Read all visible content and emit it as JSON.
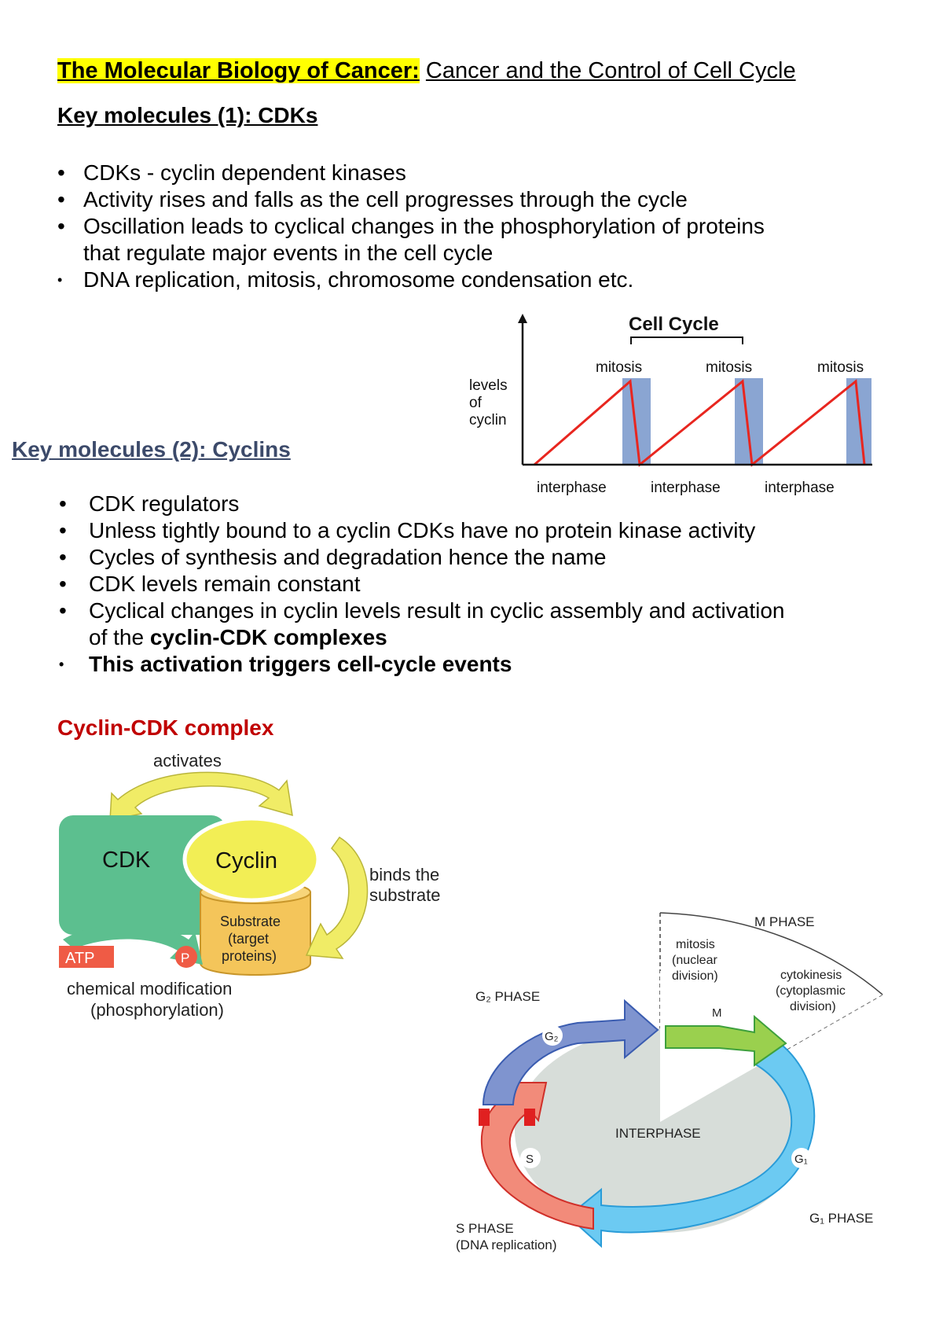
{
  "title": {
    "highlighted": "The Molecular Biology of Cancer:",
    "rest": "Cancer and the Control of Cell Cycle"
  },
  "section1": {
    "heading": "Key molecules (1): CDKs",
    "bullets": [
      "CDKs - cyclin dependent kinases",
      "Activity rises and falls as the cell progresses through the cycle",
      "Oscillation leads to cyclical changes in the phosphorylation of proteins",
      "that regulate major events in the cell cycle",
      "DNA replication, mitosis, chromosome condensation etc."
    ]
  },
  "cell_cycle_graph": {
    "title": "Cell Cycle",
    "ylabel_lines": [
      "levels",
      "of",
      "cyclin"
    ],
    "mitosis_label": "mitosis",
    "interphase_label": "interphase",
    "colors": {
      "line": "#e8261f",
      "band": "#8aa5d2",
      "axis": "#111111"
    }
  },
  "section2": {
    "heading": "Key molecules (2): Cyclins",
    "bullets": [
      "CDK regulators",
      "Unless tightly bound to a cyclin CDKs have no protein kinase activity",
      "Cycles of synthesis and degradation hence the name",
      "CDK levels remain constant",
      "Cyclical changes in cyclin levels result in cyclic assembly and activation",
      "of the",
      "cyclin-CDK complexes",
      "This activation triggers cell-cycle events"
    ]
  },
  "section3": {
    "heading": "Cyclin-CDK complex"
  },
  "complex_diagram": {
    "activates": "activates",
    "cdk": "CDK",
    "cyclin": "Cyclin",
    "binds_line1": "binds the",
    "binds_line2": "substrate",
    "substrate_lines": [
      "Substrate",
      "(target",
      "proteins)"
    ],
    "atp": "ATP",
    "p": "P",
    "chem_line1": "chemical modification",
    "chem_line2": "(phosphorylation)",
    "colors": {
      "cdk": "#5cbf8f",
      "cyclin": "#f2ee55",
      "substrate": "#f4c55a",
      "atp": "#ef5b45",
      "arrow": "#f0ec66"
    }
  },
  "cycle_diagram": {
    "m_phase": "M PHASE",
    "mitosis_lines": [
      "mitosis",
      "(nuclear",
      "division)"
    ],
    "cytokinesis_lines": [
      "cytokinesis",
      "(cytoplasmic",
      "division)"
    ],
    "m": "M",
    "g2_phase": "G₂ PHASE",
    "g2": "G₂",
    "interphase": "INTERPHASE",
    "s": "S",
    "g1": "G₁",
    "s_phase_line1": "S PHASE",
    "s_phase_line2": "(DNA replication)",
    "g1_phase": "G₁ PHASE",
    "colors": {
      "g2": "#6e84c4",
      "m": "#8fd048",
      "g1": "#44bff0",
      "s": "#e74c3c",
      "center": "#d7ddd9"
    }
  }
}
